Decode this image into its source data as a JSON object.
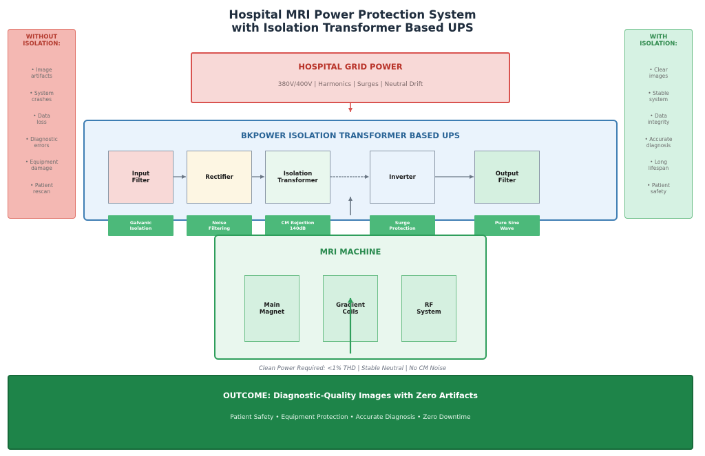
{
  "title": {
    "line1": "Hospital MRI Power Protection System",
    "line2": "with Isolation Transformer Based UPS"
  },
  "without": {
    "heading": "WITHOUT\nISOLATION:",
    "items": [
      "• Image\nartifacts",
      "• System\ncrashes",
      "• Data\nloss",
      "• Diagnostic\nerrors",
      "• Equipment\ndamage",
      "• Patient\nrescan"
    ]
  },
  "with": {
    "heading": "WITH\nISOLATION:",
    "items": [
      "• Clear\nimages",
      "• Stable\nsystem",
      "• Data\nintegrity",
      "• Accurate\ndiagnosis",
      "• Long\nlifespan",
      "• Patient\nsafety"
    ]
  },
  "grid": {
    "title": "HOSPITAL GRID POWER",
    "subtitle": "380V/400V | Harmonics | Surges | Neutral Drift"
  },
  "ups": {
    "title": "BKPOWER ISOLATION TRANSFORMER BASED UPS",
    "stages": [
      "Input\nFilter",
      "Rectifier",
      "Isolation\nTransformer",
      "Inverter",
      "Output\nFilter"
    ],
    "features": [
      "Galvanic\nIsolation",
      "Noise\nFiltering",
      "CM Rejection\n140dB",
      "Surge\nProtection",
      "Pure Sine\nWave"
    ]
  },
  "mri": {
    "title": "MRI MACHINE",
    "components": [
      "Main\nMagnet",
      "Gradient\nCoils",
      "RF\nSystem"
    ]
  },
  "clean_note": "Clean Power Required: <1% THD | Stable Neutral | No CM Noise",
  "outcome": {
    "title": "OUTCOME: Diagnostic-Quality Images with Zero Artifacts",
    "subtitle": "Patient Safety • Equipment Protection • Accurate Diagnosis • Zero Downtime"
  },
  "colors": {
    "grid_red": "#d9534f",
    "ups_blue": "#3d7db3",
    "feature_green": "#4cb97a",
    "mri_green": "#2e9e5b",
    "outcome_green": "#1e8449",
    "arrow_gray": "#6b7785"
  }
}
